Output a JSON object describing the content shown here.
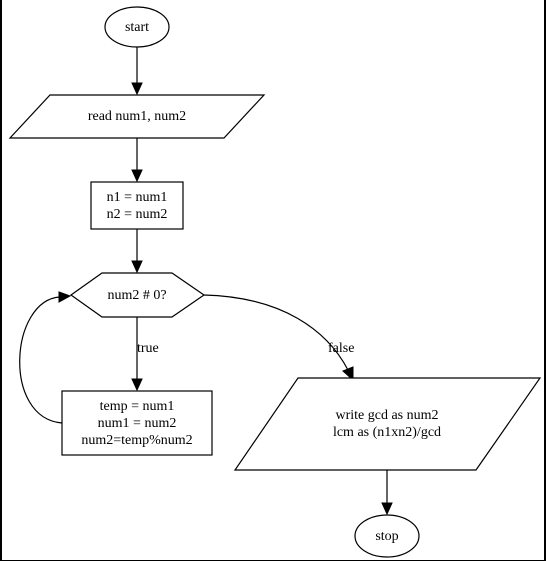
{
  "diagram": {
    "nodes": {
      "start": {
        "lines": [
          "start"
        ]
      },
      "read": {
        "lines": [
          "read num1, num2"
        ]
      },
      "assign": {
        "lines": [
          "n1 = num1",
          "n2 = num2"
        ]
      },
      "cond": {
        "lines": [
          "num2 # 0?"
        ]
      },
      "loop": {
        "lines": [
          "temp = num1",
          "num1 = num2",
          "num2=temp%num2"
        ]
      },
      "output": {
        "lines": [
          "write gcd as num2",
          "lcm as (n1xn2)/gcd"
        ]
      },
      "stop": {
        "lines": [
          "stop"
        ]
      }
    },
    "edges": {
      "true_label": "true",
      "false_label": "false"
    }
  }
}
